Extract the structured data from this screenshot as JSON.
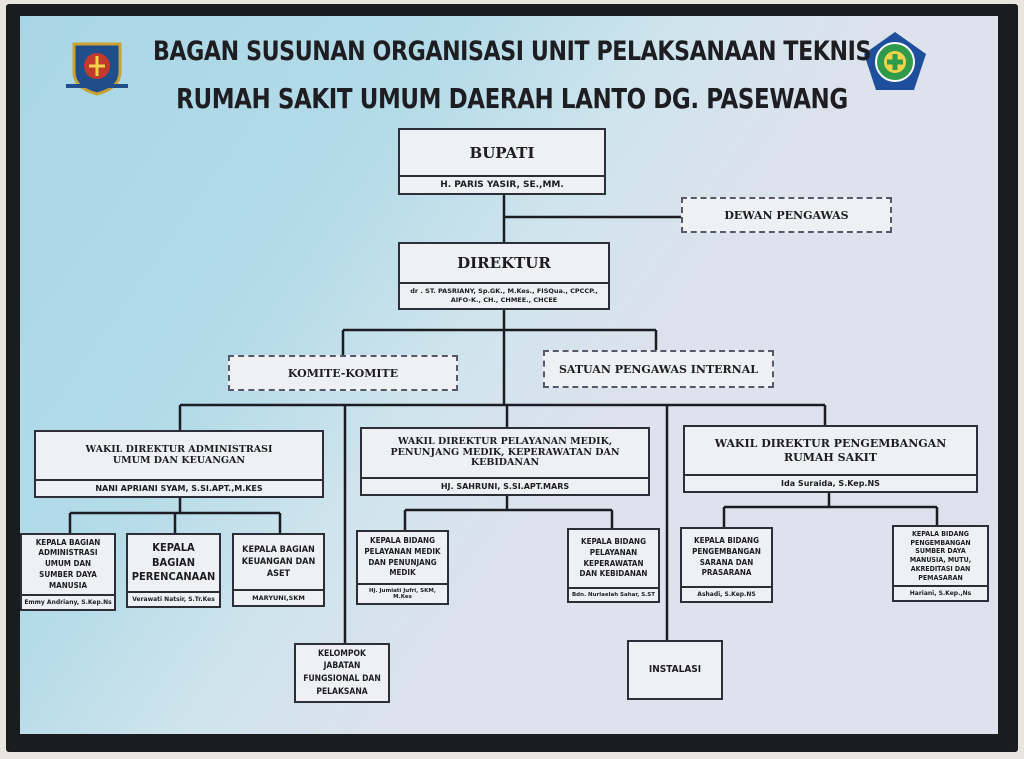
{
  "title": {
    "line1": "BAGAN SUSUNAN ORGANISASI UNIT PELAKSANAAN TEKNIS",
    "line2": "RUMAH SAKIT UMUM DAERAH LANTO DG. PASEWANG"
  },
  "logos": {
    "left": "regency-crest-emblem",
    "right": "hospital-cross-emblem"
  },
  "colors": {
    "panel": "#b3dbe8",
    "box": "#eef0f4",
    "line": "#1c1c22"
  },
  "bupati": {
    "title": "BUPATI",
    "name": "H. PARIS YASIR, SE.,MM."
  },
  "dewan": "DEWAN PENGAWAS",
  "direktur": {
    "title": "DIREKTUR",
    "name": "dr . ST. PASRIANY, Sp.GK., M.Kes., FISQua., CPCCP., AIFO-K., CH., CHMEE., CHCEE"
  },
  "komite": "KOMITE-KOMITE",
  "spi": "SATUAN PENGAWAS INTERNAL",
  "wakil": [
    {
      "title": "WAKIL DIREKTUR ADMINISTRASI UMUM DAN KEUANGAN",
      "name": "NANI APRIANI SYAM, S.SI.APT.,M.KES"
    },
    {
      "title": "WAKIL DIREKTUR PELAYANAN MEDIK, PENUNJANG MEDIK, KEPERAWATAN DAN KEBIDANAN",
      "name": "HJ. SAHRUNI, S.SI.APT.MARS"
    },
    {
      "title": "WAKIL DIREKTUR PENGEMBANGAN RUMAH SAKIT",
      "name": "Ida Suraida, S.Kep.NS"
    }
  ],
  "units": [
    {
      "title": "KEPALA BAGIAN ADMINISTRASI UMUM DAN SUMBER DAYA MANUSIA",
      "name": "Emmy Andriany, S.Kep.Ns"
    },
    {
      "title": "KEPALA BAGIAN PERENCANAAN",
      "name": "Verawati Natsir, S.Tr.Kes"
    },
    {
      "title": "KEPALA BAGIAN KEUANGAN DAN ASET",
      "name": "MARYUNI,SKM"
    },
    {
      "title": "KEPALA BIDANG PELAYANAN MEDIK DAN PENUNJANG MEDIK",
      "name": "Hj. Jumiati Jufri, SKM, M.Kes"
    },
    {
      "title": "KEPALA BIDANG PELAYANAN KEPERAWATAN DAN KEBIDANAN",
      "name": "Bdn. Nurlaelah Sahar, S.ST"
    },
    {
      "title": "KEPALA BIDANG PENGEMBANGAN SARANA DAN PRASARANA",
      "name": "Ashadi, S.Kep.NS"
    },
    {
      "title": "KEPALA BIDANG PENGEMBANGAN SUMBER DAYA MANUSIA, MUTU, AKREDITASI DAN PEMASARAN",
      "name": "Hariani, S.Kep.,Ns"
    }
  ],
  "kelompok": "KELOMPOK JABATAN FUNGSIONAL DAN PELAKSANA",
  "instalasi": "INSTALASI"
}
